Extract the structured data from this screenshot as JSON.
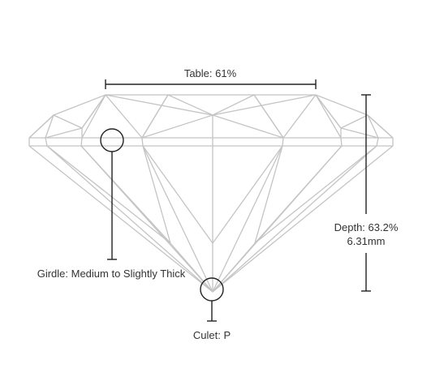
{
  "diagram": {
    "table_label": "Table: 61%",
    "depth_label": "Depth: 63.2%",
    "depth_mm": "6.31mm",
    "girdle_label": "Girdle: Medium to Slightly Thick",
    "culet_label": "Culet: P"
  },
  "colors": {
    "facet_lines": "#c4c4c4",
    "measure_lines": "#222222",
    "text": "#333333"
  }
}
